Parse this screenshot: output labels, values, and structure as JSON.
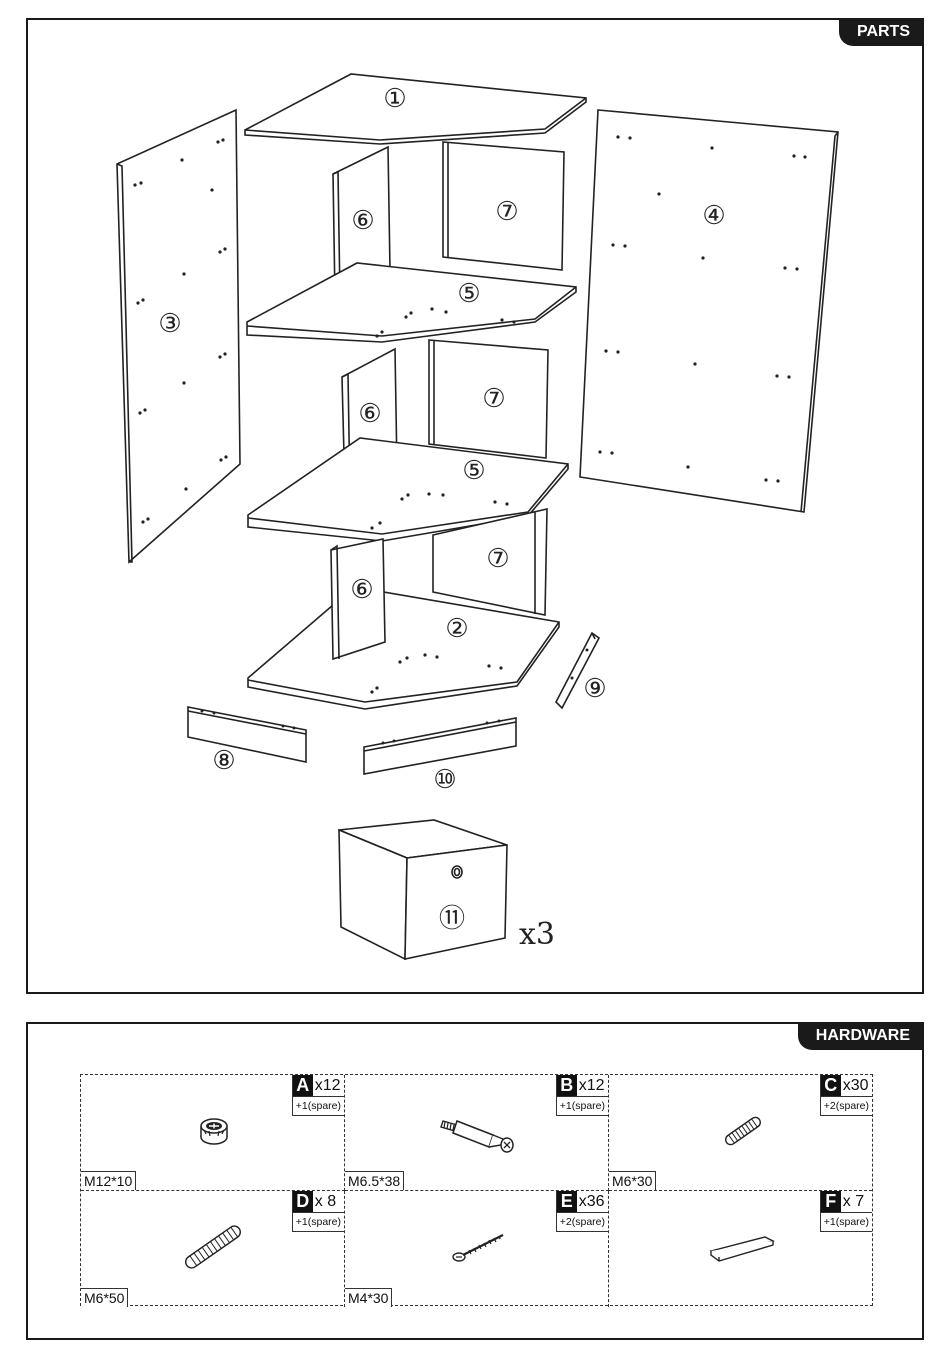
{
  "parts": {
    "tab_label": "PARTS",
    "numbers": [
      "①",
      "②",
      "③",
      "④",
      "⑤",
      "⑥",
      "⑦",
      "⑧",
      "⑨",
      "⑩",
      "⑪"
    ],
    "multiplier": "x3"
  },
  "hardware": {
    "tab_label": "HARDWARE",
    "items": [
      {
        "letter": "A",
        "qty": "x12",
        "spare": "+1(spare)",
        "size": "M12*10",
        "icon": "cam-lock-icon"
      },
      {
        "letter": "B",
        "qty": "x12",
        "spare": "+1(spare)",
        "size": "M6.5*38",
        "icon": "cam-bolt-icon"
      },
      {
        "letter": "C",
        "qty": "x30",
        "spare": "+2(spare)",
        "size": "M6*30",
        "icon": "small-dowel-icon"
      },
      {
        "letter": "D",
        "qty": "x 8",
        "spare": "+1(spare)",
        "size": "M6*50",
        "icon": "large-dowel-icon"
      },
      {
        "letter": "E",
        "qty": "x36",
        "spare": "+2(spare)",
        "size": "M4*30",
        "icon": "screw-icon"
      },
      {
        "letter": "F",
        "qty": "x 7",
        "spare": "+1(spare)",
        "size": "",
        "icon": "shim-icon"
      }
    ]
  }
}
